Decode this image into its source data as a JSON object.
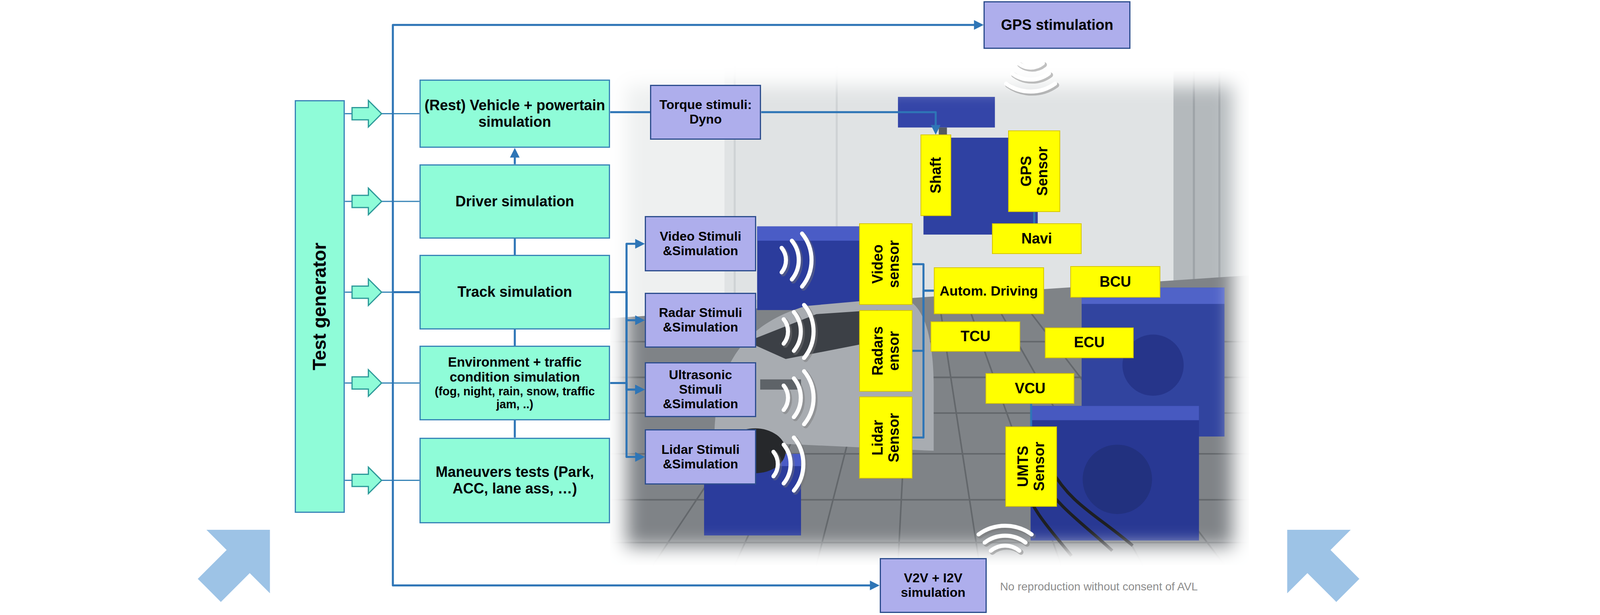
{
  "diagram": {
    "nodes": [
      {
        "text": [
          "Test generator"
        ]
      },
      {
        "text": [
          "(Rest) Vehicle + powertain simulation"
        ]
      },
      {
        "text": [
          "Driver simulation"
        ]
      },
      {
        "text": [
          "Track simulation"
        ]
      },
      {
        "text": [
          "Environment + traffic condition simulation",
          "(fog, night, rain, snow, traffic jam, ..)"
        ]
      },
      {
        "text": [
          "Maneuvers tests (Park, ACC, lane ass, …)"
        ]
      },
      {
        "text": [
          "GPS stimulation"
        ]
      },
      {
        "text": [
          "Torque stimuli: Dyno"
        ]
      },
      {
        "text": [
          "Video Stimuli &Simulation"
        ]
      },
      {
        "text": [
          "Radar Stimuli &Simulation"
        ]
      },
      {
        "text": [
          "Ultrasonic Stimuli &Simulation"
        ]
      },
      {
        "text": [
          "Lidar Stimuli &Simulation"
        ]
      },
      {
        "text": [
          "V2V + I2V simulation"
        ]
      },
      {
        "text": [
          "Shaft"
        ]
      },
      {
        "text": [
          "GPS Sensor"
        ]
      },
      {
        "text": [
          "Navi"
        ]
      },
      {
        "text": [
          "Video sensor"
        ]
      },
      {
        "text": [
          "Autom. Driving"
        ]
      },
      {
        "text": [
          "BCU"
        ]
      },
      {
        "text": [
          "Radars ensor"
        ]
      },
      {
        "text": [
          "TCU"
        ]
      },
      {
        "text": [
          "ECU"
        ]
      },
      {
        "text": [
          "VCU"
        ]
      },
      {
        "text": [
          "Lidar Sensor"
        ]
      },
      {
        "text": [
          "UMTS Sensor"
        ]
      }
    ],
    "edges": [
      {
        "from": 0,
        "to": 1,
        "arrow": "to"
      },
      {
        "from": 0,
        "to": 2,
        "arrow": "to"
      },
      {
        "from": 0,
        "to": 3,
        "arrow": "to"
      },
      {
        "from": 0,
        "to": 4,
        "arrow": "to"
      },
      {
        "from": 0,
        "to": 5,
        "arrow": "to"
      },
      {
        "from": 2,
        "to": 1,
        "arrow": "to"
      },
      {
        "from": 2,
        "to": 3,
        "arrow": "none"
      },
      {
        "from": 3,
        "to": 4,
        "arrow": "none"
      },
      {
        "from": 4,
        "to": 5,
        "arrow": "none"
      },
      {
        "from": 1,
        "to": 7,
        "arrow": "none"
      },
      {
        "from": 7,
        "to": 13,
        "arrow": "to"
      },
      {
        "from": 3,
        "to": 8,
        "arrow": "to"
      },
      {
        "from": 3,
        "to": 9,
        "arrow": "to"
      },
      {
        "from": 3,
        "to": 10,
        "arrow": "to"
      },
      {
        "from": 3,
        "to": 11,
        "arrow": "to"
      },
      {
        "from": 4,
        "to": 10,
        "arrow": "to"
      },
      {
        "from": 3,
        "to": 6,
        "arrow": "to"
      },
      {
        "from": 3,
        "to": 12,
        "arrow": "to"
      },
      {
        "from": 16,
        "to": 17,
        "arrow": "none"
      },
      {
        "from": 19,
        "to": 17,
        "arrow": "none"
      },
      {
        "from": 23,
        "to": 17,
        "arrow": "none"
      },
      {
        "from": 14,
        "to": 15,
        "arrow": "none"
      },
      {
        "from": 22,
        "to": 24,
        "arrow": "none"
      }
    ],
    "labels": [
      "No reproduction without consent of AVL"
    ]
  }
}
